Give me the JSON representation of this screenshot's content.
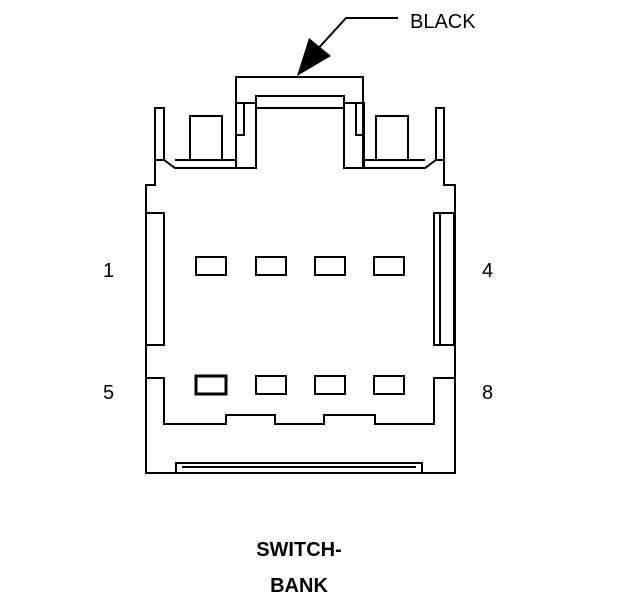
{
  "connector": {
    "color_label": "BLACK",
    "pin_labels": {
      "top_left": "1",
      "top_right": "4",
      "bottom_left": "5",
      "bottom_right": "8"
    },
    "top_row_cavities": 4,
    "bottom_row_cavities": 4,
    "title_line1": "SWITCH-",
    "title_line2": "BANK"
  }
}
